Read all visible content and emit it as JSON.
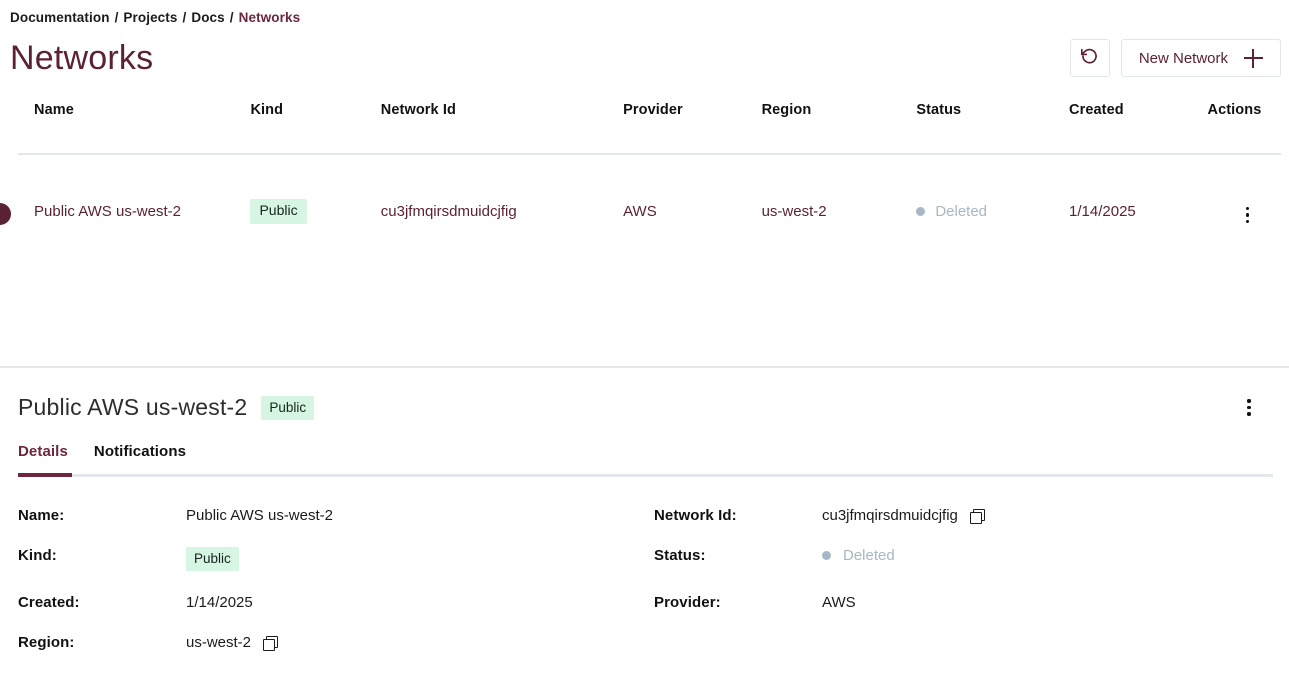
{
  "breadcrumb": {
    "items": [
      "Documentation",
      "Projects",
      "Docs",
      "Networks"
    ],
    "separator": "/"
  },
  "header": {
    "title": "Networks",
    "refresh_icon": "refresh-ccw-icon",
    "new_button_label": "New Network",
    "new_button_icon": "plus-icon"
  },
  "table": {
    "columns": [
      "Name",
      "Kind",
      "Network Id",
      "Provider",
      "Region",
      "Status",
      "Created",
      "Actions"
    ],
    "rows": [
      {
        "name": "Public AWS us-west-2",
        "kind": "Public",
        "network_id": "cu3jfmqirsdmuidcjfig",
        "provider": "AWS",
        "region": "us-west-2",
        "status": "Deleted",
        "created": "1/14/2025",
        "actions_icon": "kebab-menu-icon"
      }
    ]
  },
  "detail": {
    "title": "Public AWS us-west-2",
    "badge": "Public",
    "menu_icon": "kebab-menu-icon",
    "drag_handle_icon": "resize-handle-icon",
    "tabs": [
      {
        "label": "Details",
        "active": true
      },
      {
        "label": "Notifications",
        "active": false
      }
    ],
    "fields": {
      "name_label": "Name:",
      "name_value": "Public AWS us-west-2",
      "network_id_label": "Network Id:",
      "network_id_value": "cu3jfmqirsdmuidcjfig",
      "kind_label": "Kind:",
      "kind_value": "Public",
      "status_label": "Status:",
      "status_value": "Deleted",
      "created_label": "Created:",
      "created_value": "1/14/2025",
      "provider_label": "Provider:",
      "provider_value": "AWS",
      "region_label": "Region:",
      "region_value": "us-west-2"
    }
  },
  "colors": {
    "accent_maroon": "#5b2233",
    "accent_maroon_tab": "#6b2740",
    "badge_bg": "#d6f5e3",
    "status_muted": "#a8b7c4",
    "rule": "#e3e7ec",
    "border": "#e2e5e9"
  }
}
